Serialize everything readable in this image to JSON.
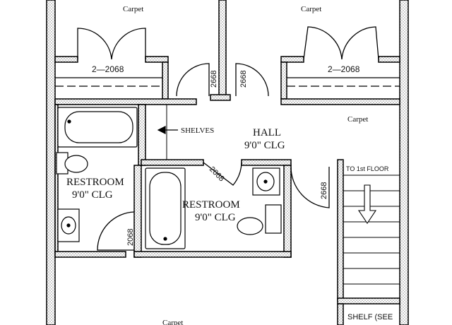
{
  "labels": {
    "carpet_top_left": "Carpet",
    "carpet_top_right": "Carpet",
    "carpet_mid_right": "Carpet",
    "carpet_bottom": "Carpet",
    "closet_left_door": "2—2068",
    "closet_right_door": "2—2068",
    "door_2668_a": "2668",
    "door_2668_b": "2668",
    "door_2668_stair": "2668",
    "door_2068_restroom": "2068",
    "door_2068_left": "2068",
    "shelves": "SHELVES",
    "hall_name": "HALL",
    "hall_clg": "9'0\" CLG",
    "restroom_left_name": "RESTROOM",
    "restroom_left_clg": "9'0\" CLG",
    "restroom_center_name": "RESTROOM",
    "restroom_center_clg": "9'0\" CLG",
    "stairs_note": "TO 1st FLOOR",
    "shelf_note": "SHELF (SEE"
  }
}
